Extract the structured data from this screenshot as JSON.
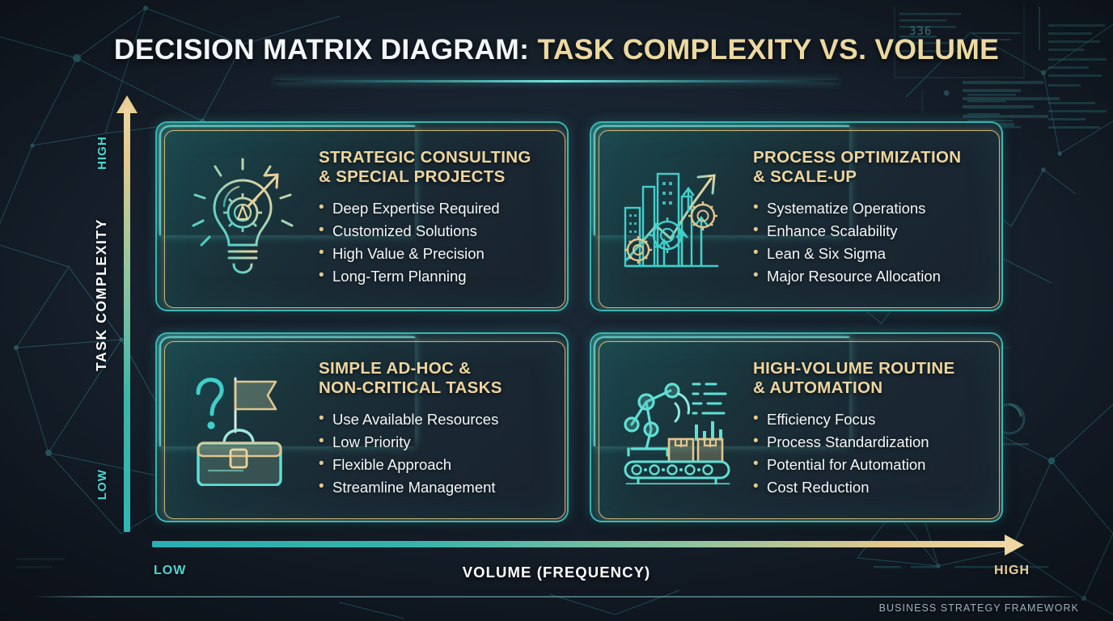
{
  "header": {
    "title_white": "DECISION MATRIX DIAGRAM:",
    "title_gold": "TASK COMPLEXITY VS. VOLUME"
  },
  "axes": {
    "y": {
      "label": "TASK COMPLEXITY",
      "high": "HIGH",
      "low": "LOW"
    },
    "x": {
      "label": "VOLUME (FREQUENCY)",
      "high": "HIGH",
      "low": "LOW"
    }
  },
  "quadrants": [
    {
      "id": "high-complexity-low-volume",
      "icon": "lightbulb-gear-arrow-icon",
      "title": "STRATEGIC CONSULTING\n& SPECIAL PROJECTS",
      "bullets": [
        "Deep Expertise Required",
        "Customized Solutions",
        "High Value & Precision",
        "Long-Term Planning"
      ]
    },
    {
      "id": "high-complexity-high-volume",
      "icon": "city-gears-growth-chart-icon",
      "title": "PROCESS OPTIMIZATION\n& SCALE-UP",
      "bullets": [
        "Systematize Operations",
        "Enhance Scalability",
        "Lean & Six Sigma",
        "Major Resource Allocation"
      ]
    },
    {
      "id": "low-complexity-low-volume",
      "icon": "toolbox-question-flag-icon",
      "title": "SIMPLE AD-HOC &\nNON-CRITICAL TASKS",
      "bullets": [
        "Use Available Resources",
        "Low Priority",
        "Flexible Approach",
        "Streamline Management"
      ]
    },
    {
      "id": "low-complexity-high-volume",
      "icon": "robot-arm-conveyor-icon",
      "title": "HIGH-VOLUME ROUTINE\n& AUTOMATION",
      "bullets": [
        "Efficiency Focus",
        "Process Standardization",
        "Potential for Automation",
        "Cost Reduction"
      ]
    }
  ],
  "footer": {
    "text": "BUSINESS STRATEGY FRAMEWORK"
  },
  "decorations": {
    "hud_number": "336"
  },
  "colors": {
    "background": "#17212d",
    "teal": "#3ecdc8",
    "teal_bright": "#6fe6dd",
    "gold": "#edd5a0",
    "gold_border": "#e5c57f",
    "text_white": "#f4f7f9",
    "footer_text": "#9fb2bd"
  }
}
